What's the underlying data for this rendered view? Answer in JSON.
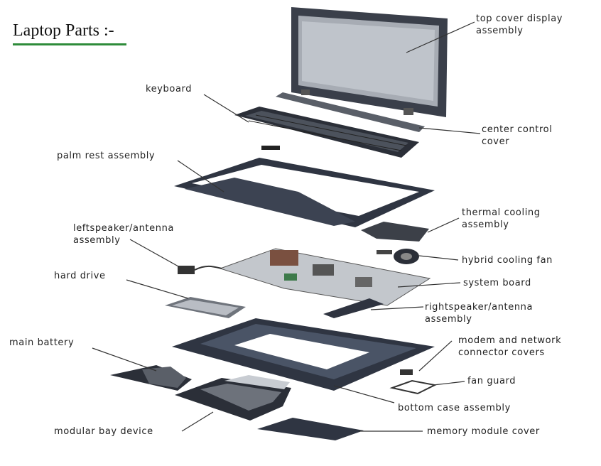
{
  "title": "Laptop Parts :-",
  "accent_color": "#2e8b3a",
  "labels": {
    "top_cover_1": "top cover display",
    "top_cover_2": "assembly",
    "keyboard": "keyboard",
    "center_cover_1": "center control",
    "center_cover_2": "cover",
    "palm_rest": "palm rest assembly",
    "thermal_1": "thermal cooling",
    "thermal_2": "assembly",
    "left_speaker_1": "leftspeaker/antenna",
    "left_speaker_2": "assembly",
    "hybrid_fan": "hybrid cooling fan",
    "hard_drive": "hard drive",
    "system_board": "system board",
    "right_speaker_1": "rightspeaker/antenna",
    "right_speaker_2": "assembly",
    "main_battery": "main battery",
    "modem_1": "modem and network",
    "modem_2": "connector covers",
    "fan_guard": "fan guard",
    "bottom_case": "bottom case assembly",
    "modular_bay": "modular bay device",
    "memory_cover": "memory module cover"
  }
}
